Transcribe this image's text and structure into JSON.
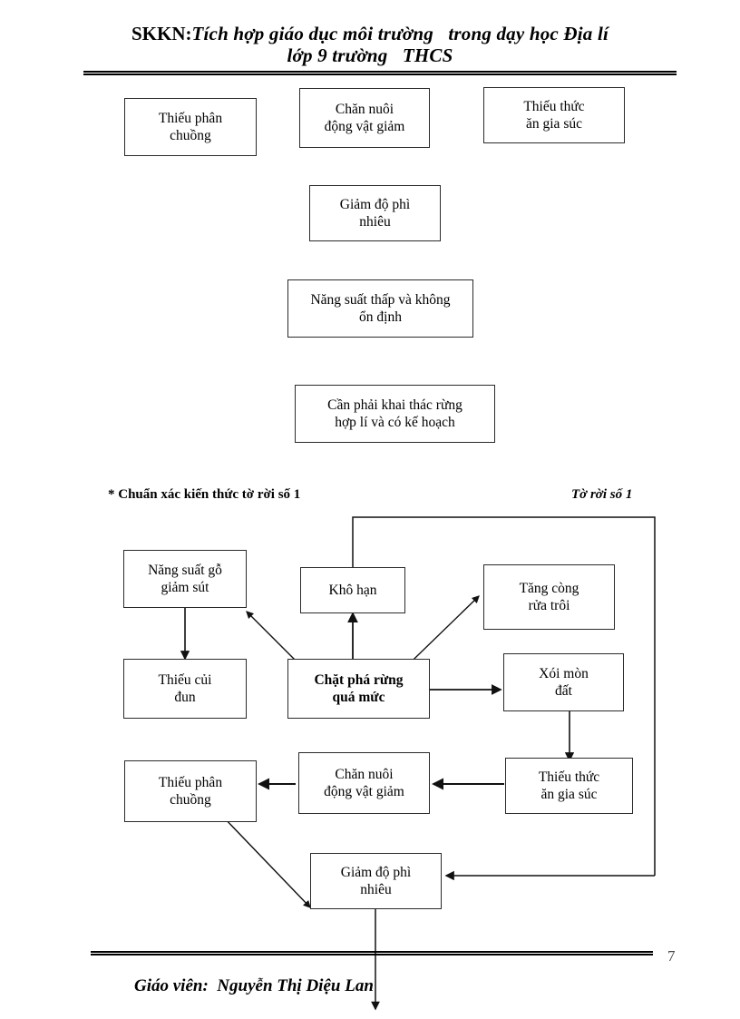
{
  "header": {
    "prefix": "SKKN:",
    "line1": "Tích hợp giáo dục môi trường   trong dạy học Địa lí",
    "line2": "lớp 9 trường   THCS"
  },
  "top_diagram": {
    "boxes": [
      {
        "id": "thieu-phan-chuong",
        "text": "Thiếu phân\nchuồng"
      },
      {
        "id": "chan-nuoi-dong-vat-giam",
        "text": "Chăn nuôi\nđộng vật giảm"
      },
      {
        "id": "thieu-thuc-an-gia-suc",
        "text": "Thiếu thức\năn gia súc"
      },
      {
        "id": "giam-do-phi-nhieu",
        "text": "Giảm độ phì\nnhiêu"
      },
      {
        "id": "nang-suat-thap",
        "text": "Năng suất thấp và không\nổn định"
      },
      {
        "id": "can-phai-khai-thac-rung",
        "text": "Cần phải khai thác rừng\nhợp lí và có kế hoạch"
      }
    ]
  },
  "section": {
    "left_label": "* Chuẩn xác kiến thức tờ rời số 1",
    "right_label": "Tờ rời số 1"
  },
  "bottom_diagram": {
    "boxes": [
      {
        "id": "nang-suat-go-giam-sut",
        "text": "Năng suất gỗ\ngiảm sút"
      },
      {
        "id": "kho-han",
        "text": "Khô hạn"
      },
      {
        "id": "tang-cong-rua-troi",
        "text": "Tăng còng\nrửa trôi"
      },
      {
        "id": "thieu-cui-dun",
        "text": "Thiếu củi\nđun"
      },
      {
        "id": "chat-pha-rung-qua-muc",
        "text": "Chặt phá rừng\nquá mức"
      },
      {
        "id": "xoi-mon-dat",
        "text": "Xói mòn\nđất"
      },
      {
        "id": "thieu-phan-chuong-2",
        "text": "Thiếu phân\nchuồng"
      },
      {
        "id": "chan-nuoi-dong-vat-giam-2",
        "text": "Chăn nuôi\nđộng vật giảm"
      },
      {
        "id": "thieu-thuc-an-gia-suc-2",
        "text": "Thiếu thức\năn gia súc"
      },
      {
        "id": "giam-do-phi-nhieu-2",
        "text": "Giảm độ phì\nnhiêu"
      }
    ]
  },
  "footer": {
    "text": "Giáo viên:  Nguyễn Thị Diệu Lan",
    "page_number": "7"
  }
}
